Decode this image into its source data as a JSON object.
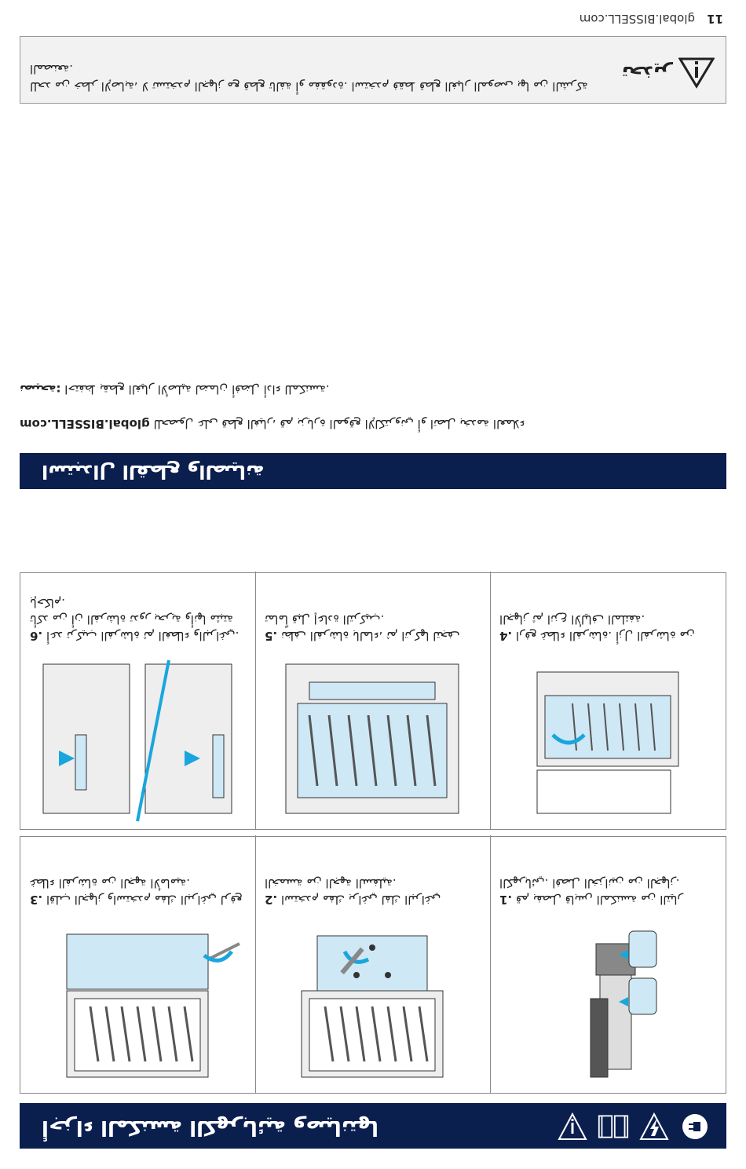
{
  "header": {
    "title": "ﺃﺟﺰﺍﺀ ﺍﻟﻤﻜﻨﺴﺔ ﺍﻟﻜﻬﺮﺑﺎﺋﻴﺔ ﻭﺻﻴﺎﻧﺘﻬﺎ",
    "icons": [
      "plug-icon",
      "lightning-icon",
      "manual-icon",
      "warning-icon"
    ]
  },
  "steps_row1": [
    {
      "num": "1.",
      "text": "ﻗﻢ ﺑﻔﺼﻞ ﻗﺎﺑﺲ ﺍﻟﻤﻜﻨﺴﺔ ﻣﻦ ﺍﻟﺘﻴﺎﺭ ﺍﻟﻜﻬﺮﺑﺎﺋﻲ. ﺍﻓﺼﻞ ﺍﻟﺨﺰﺍﻧﻴﻦ ﻣﻦ ﺍﻟﺠﻬﺎﺯ."
    },
    {
      "num": "2.",
      "text": "ﺍﺳﺘﺨﺪﻡ ﻣﻔﻚ ﺑﺮﺍﻏﻲ ﻟﻔﻚ ﺍﻟﺒﺮﺍﻏﻲ ﺍﻟﺨﻤﺴﺔ ﻣﻦ ﺍﻟﺠﻬﺔ ﺍﻟﺴﻔﻠﻴﺔ."
    },
    {
      "num": "3.",
      "text": "ﺍﻗﻠﺐ ﺍﻟﺠﻬﺎﺯ ﻭﺍﺳﺘﺨﺪﻡ ﻣﻔﻚ ﺍﻟﺒﺮﺍﻏﻲ ﻟﺮﻓﻊ ﻏﻄﺎﺀ ﺍﻟﻔﺮﺷﺎﺓ ﻣﻦ ﺍﻟﺠﻬﺔ ﺍﻷﻣﺎﻣﻴﺔ."
    }
  ],
  "steps_row2": [
    {
      "num": "4.",
      "text": "ﺍﺭﻓﻊ ﻏﻄﺎﺀ ﺍﻟﻔﺮﺷﺎﺓ. ﺃﺯﻝ ﺍﻟﻔﺮﺷﺎﺓ ﻣﻦ ﺍﻟﺠﻬﺎﺯ ﺛﻢ ﺍﻧﺰﻉ ﺍﻷﻟﻴﺎﻑ ﺍﻟﻤﻠﺘﻔﺔ."
    },
    {
      "num": "5.",
      "text": "ﻧﻈﻒ ﺍﻟﻔﺮﺷﺎﺓ ﺑﺎﻟﻤﺎﺀ، ﺛﻢ ﺍﺗﺮﻛﻬﺎ ﻟﺘﺠﻒ ﺗﻤﺎﻣﺎً ﻗﺒﻞ ﺇﻋﺎﺩﺓ ﺍﻟﺘﺮﻛﻴﺐ."
    },
    {
      "num": "6.",
      "text": "ﺃﻋﺪ ﺗﺮﻛﻴﺐ ﺍﻟﻔﺮﺷﺎﺓ ﺛﻢ ﺍﻟﻐﻄﺎﺀ ﻭﺍﻟﺒﺮﺍﻏﻲ. ﺗﺄﻛﺪ ﻣﻦ ﺃﻥ ﺍﻟﻔﺮﺷﺎﺓ ﺗﺪﻭﺭ ﺑﺤﺮﻳﺔ ﻭﺃﻧﻬﺎ ﻣﺜﺒﺘﺔ ﺑﺈﺣﻜﺎﻡ."
    }
  ],
  "section": {
    "title": "ﺍﺳﺘﺒﺪﺍﻝ ﺍﻟﻘﻄﻊ ﻭﺍﻟﺼﻴﺎﻧﺔ",
    "url": "global.BISSELL.com",
    "body": "ﻟﻠﺤﺼﻮﻝ ﻋﻠﻰ ﻗﻄﻊ ﺍﻟﻐﻴﺎﺭ، ﻗﻢ ﺑﺰﻳﺎﺭﺓ ﺍﻟﻤﻮﻗﻊ ﺍﻹﻟﻜﺘﺮﻭﻧﻲ ﺃﻭ ﺍﺗﺼﻞ ﺑﺨﺪﻣﺔ ﺍﻟﻌﻤﻼﺀ",
    "tip_label": "ﻧﺼﻴﺤﺔ:",
    "tip_text": "ﺍﺣﺘﻔﻆ ﺑﻘﻄﻊ ﺍﻟﻐﻴﺎﺭ ﺍﻷﺻﻠﻴﺔ ﻟﻀﻤﺎﻥ ﺃﻓﻀﻞ ﺃﺩﺍﺀ ﻟﻠﻤﻜﻨﺴﺔ."
  },
  "warning": {
    "label": "ﺗﺤﺬﻳﺮ",
    "text": "ﻟﻠﺤﺪ ﻣﻦ ﺧﻄﺮ ﺍﻹﺻﺎﺑﺔ، ﻻ ﺗﺴﺘﺨﺪﻡ ﺍﻟﺠﻬﺎﺯ ﻣﻊ ﻗﻄﻊ ﺗﺎﻟﻔﺔ ﺃﻭ ﻣﻔﻘﻮﺩﺓ. ﺍﺳﺘﺨﺪﻡ ﻓﻘﻂ ﻗﻄﻊ ﺍﻟﻐﻴﺎﺭ ﺍﻟﻤﻮﺻﻰ ﺑﻬﺎ ﻣﻦ ﺍﻟﺸﺮﻛﺔ ﺍﻟﻤﺼﻨﻌﺔ."
  },
  "footer": {
    "page_number": "11",
    "site": "global.BISSELL.com"
  },
  "colors": {
    "band": "#0b1f4f",
    "accent": "#19a6dd",
    "highlight": "#cfe8f5"
  }
}
